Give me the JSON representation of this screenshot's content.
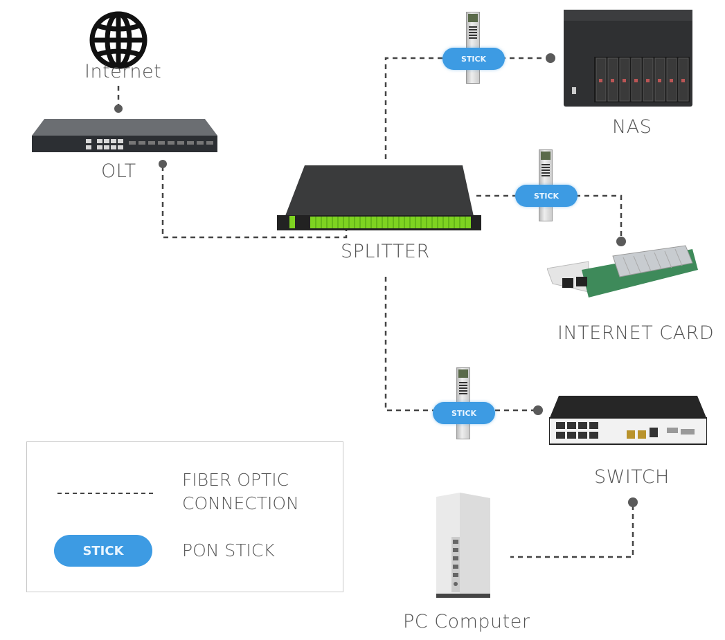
{
  "nodes": {
    "internet": {
      "label": "Internet",
      "icon": "globe-icon"
    },
    "olt": {
      "label": "OLT"
    },
    "splitter": {
      "label": "SPLITTER"
    },
    "nas": {
      "label": "NAS"
    },
    "internet_card": {
      "label": "INTERNET CARD"
    },
    "switch": {
      "label": "SWITCH"
    },
    "pc": {
      "label": "PC Computer"
    }
  },
  "sticks": [
    {
      "label": "STICK",
      "target": "NAS"
    },
    {
      "label": "STICK",
      "target": "INTERNET CARD"
    },
    {
      "label": "STICK",
      "target": "SWITCH"
    }
  ],
  "legend": {
    "fiber_label_line1": "FIBER OPTIC",
    "fiber_label_line2": "CONNECTION",
    "stick_badge": "STICK",
    "stick_label": "PON STICK"
  },
  "colors": {
    "stick_blue": "#3d9be3",
    "line": "#444444",
    "green_ports": "#7ed321"
  }
}
